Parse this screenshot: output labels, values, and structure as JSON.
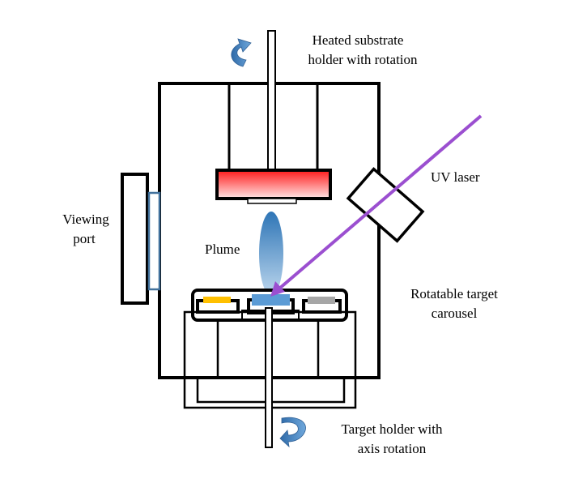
{
  "title": "Pulsed laser deposition chamber schematic",
  "labels": {
    "substrate_line1": "Heated substrate",
    "substrate_line2": "holder with rotation",
    "viewing_line1": "Viewing",
    "viewing_line2": "port",
    "uv_laser": "UV laser",
    "plume": "Plume",
    "carousel_line1": "Rotatable target",
    "carousel_line2": "carousel",
    "target_line1": "Target holder with",
    "target_line2": "axis rotation"
  },
  "colors": {
    "laser": "#9b4fd0",
    "heater_top": "#ff1a1a",
    "heater_bottom": "#ffe6e6",
    "plume_top": "#2e75b6",
    "plume_bottom": "#bdd7ee",
    "target_left": "#ffc000",
    "target_center": "#5b9bd5",
    "target_right": "#a6a6a6",
    "viewport_window": "#41719c",
    "rotation_arrow": "#4a86c5"
  },
  "targets": [
    "yellow-target",
    "blue-target",
    "gray-target"
  ]
}
